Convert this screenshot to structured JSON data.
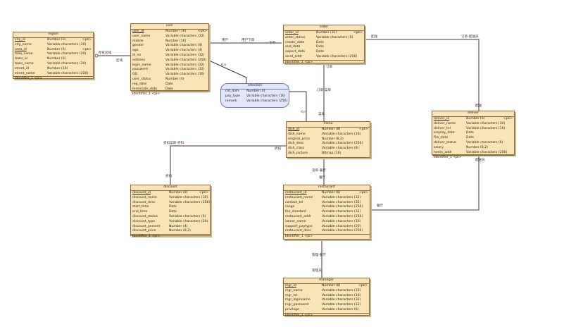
{
  "entities": [
    {
      "id": "region",
      "name": "region",
      "rows": [
        [
          "city_id",
          "Number (6)",
          "<pk>"
        ],
        [
          "city_name",
          "Variable characters (20)",
          ""
        ],
        [
          "area_id",
          "Number (6)",
          "<pk>"
        ],
        [
          "area_name",
          "Variable characters (20)",
          ""
        ],
        [
          "town_id",
          "Number (6)",
          ""
        ],
        [
          "town_name",
          "Variable characters (20)",
          ""
        ],
        [
          "street_id",
          "Number (10)",
          ""
        ],
        [
          "street_name",
          "Variable characters (256)",
          ""
        ]
      ],
      "footer": "Identifier_1  <pi>"
    },
    {
      "id": "user",
      "name": "user",
      "rows": [
        [
          "user_id",
          "Number (16)",
          "<pk>"
        ],
        [
          "user_name",
          "Variable characters (32)",
          ""
        ],
        [
          "mobile",
          "Number (16)",
          ""
        ],
        [
          "gender",
          "Variable characters (4)",
          ""
        ],
        [
          "age",
          "Variable characters (4)",
          ""
        ],
        [
          "id_no",
          "Variable characters (32)",
          ""
        ],
        [
          "address",
          "Variable characters (256)",
          ""
        ],
        [
          "login_name",
          "Variable characters (32)",
          ""
        ],
        [
          "password",
          "Variable characters (32)",
          ""
        ],
        [
          "QQ",
          "Variable characters (16)",
          ""
        ],
        [
          "user_status",
          "Number (4)",
          ""
        ],
        [
          "reg_date",
          "Date",
          ""
        ],
        [
          "terminate_date",
          "Date",
          ""
        ]
      ],
      "footer": "Identifier_1  <pi>"
    },
    {
      "id": "order",
      "name": "order",
      "rows": [
        [
          "order_id",
          "Number (32)",
          "<pk>"
        ],
        [
          "order_status",
          "Variable characters (6)",
          ""
        ],
        [
          "create_date",
          "Date",
          ""
        ],
        [
          "end_date",
          "Date",
          ""
        ],
        [
          "expect_date",
          "Date",
          ""
        ],
        [
          "send_addr",
          "Variable characters (256)",
          ""
        ]
      ],
      "footer": "Identifier_1  <pi>"
    },
    {
      "id": "menu",
      "name": "menu",
      "rows": [
        [
          "dish_id",
          "Number (8)",
          "<pk>"
        ],
        [
          "dish_name",
          "Variable characters (16)",
          ""
        ],
        [
          "original_price",
          "Number (8,2)",
          ""
        ],
        [
          "dish_desc",
          "Variable characters (256)",
          ""
        ],
        [
          "dish_class",
          "Variable characters (8)",
          ""
        ],
        [
          "dish_picture",
          "Bitmap (16)",
          ""
        ]
      ],
      "footer": ""
    },
    {
      "id": "deliver",
      "name": "deliver",
      "rows": [
        [
          "deliver_id",
          "Number (6)",
          "<pk>"
        ],
        [
          "deliver_name",
          "Variable characters (30)",
          ""
        ],
        [
          "deliver_tel",
          "Variable characters (16)",
          ""
        ],
        [
          "employ_date",
          "Date",
          ""
        ],
        [
          "fire_date",
          "Date",
          ""
        ],
        [
          "deliver_status",
          "Variable characters (6)",
          ""
        ],
        [
          "salary",
          "Number (8,2)",
          ""
        ],
        [
          "home_addr",
          "Variable characters (256)",
          ""
        ]
      ],
      "footer": "Identifier_1  <pi>"
    },
    {
      "id": "discount",
      "name": "discount",
      "rows": [
        [
          "discount_id",
          "Number (8)",
          "<pk>"
        ],
        [
          "discount_name",
          "Variable characters (30)",
          ""
        ],
        [
          "discount_desc",
          "Variable characters (256)",
          ""
        ],
        [
          "start_time",
          "Date",
          ""
        ],
        [
          "end_time",
          "Date",
          ""
        ],
        [
          "discount_status",
          "Variable characters (6)",
          ""
        ],
        [
          "discount_type",
          "Variable characters (20)",
          ""
        ],
        [
          "discount_percent",
          "Number (4)",
          ""
        ],
        [
          "discount_price",
          "Number (8,2)",
          ""
        ]
      ],
      "footer": "Identifier_1  <pi>"
    },
    {
      "id": "restaurant",
      "name": "restaurant",
      "rows": [
        [
          "restaurant_id",
          "Number (8)",
          "<pk>"
        ],
        [
          "restaurant_name",
          "Variable characters (32)",
          ""
        ],
        [
          "contact_tel",
          "Variable characters (32)",
          ""
        ],
        [
          "range",
          "Variable characters (256)",
          ""
        ],
        [
          "fee_standard",
          "Variable characters (32)",
          ""
        ],
        [
          "restaurant_addr",
          "Variable characters (256)",
          ""
        ],
        [
          "owner_name",
          "Variable characters (16)",
          ""
        ],
        [
          "support_paytype",
          "Variable characters (20)",
          ""
        ],
        [
          "restaurant_desc",
          "Variable characters (256)",
          ""
        ]
      ],
      "footer": "Identifier_1  <pi>"
    },
    {
      "id": "manager",
      "name": "manager",
      "rows": [
        [
          "mgr_id",
          "Number (8)",
          "<pk>"
        ],
        [
          "mgr_name",
          "Variable characters (16)",
          ""
        ],
        [
          "mgr_tel",
          "Variable characters (16)",
          ""
        ],
        [
          "mgr_loginname",
          "Variable characters (32)",
          ""
        ],
        [
          "mgr_password",
          "Variable characters (32)",
          ""
        ],
        [
          "privilege",
          "Variable characters (6)",
          ""
        ]
      ],
      "footer": "Identifier_1  <pi>"
    }
  ],
  "view": {
    "id": "selection",
    "name": "selection",
    "rows": [
      [
        "cnt_dish",
        "Number (4)"
      ],
      [
        "pay_type",
        "Variable characters (16)"
      ],
      [
        "remark",
        "Variable characters (256)"
      ]
    ]
  },
  "relation_labels": [
    "所在区域",
    "区域",
    "用户",
    "用户下单",
    "下单",
    "0,n",
    "0,n",
    "订单",
    "订单-菜单",
    "菜单",
    "订单-配送员",
    "配送",
    "配送",
    "配送员",
    "折扣菜单-折扣",
    "折扣",
    "折扣",
    "菜单-餐厅",
    "餐厅",
    "餐厅",
    "管理-餐厅",
    "管理员"
  ],
  "style": {
    "entity_fill": "#f8e4b8",
    "entity_border": "#8a6a3a",
    "view_fill": "#e2e6f7",
    "link_color": "#4a2a4a"
  }
}
